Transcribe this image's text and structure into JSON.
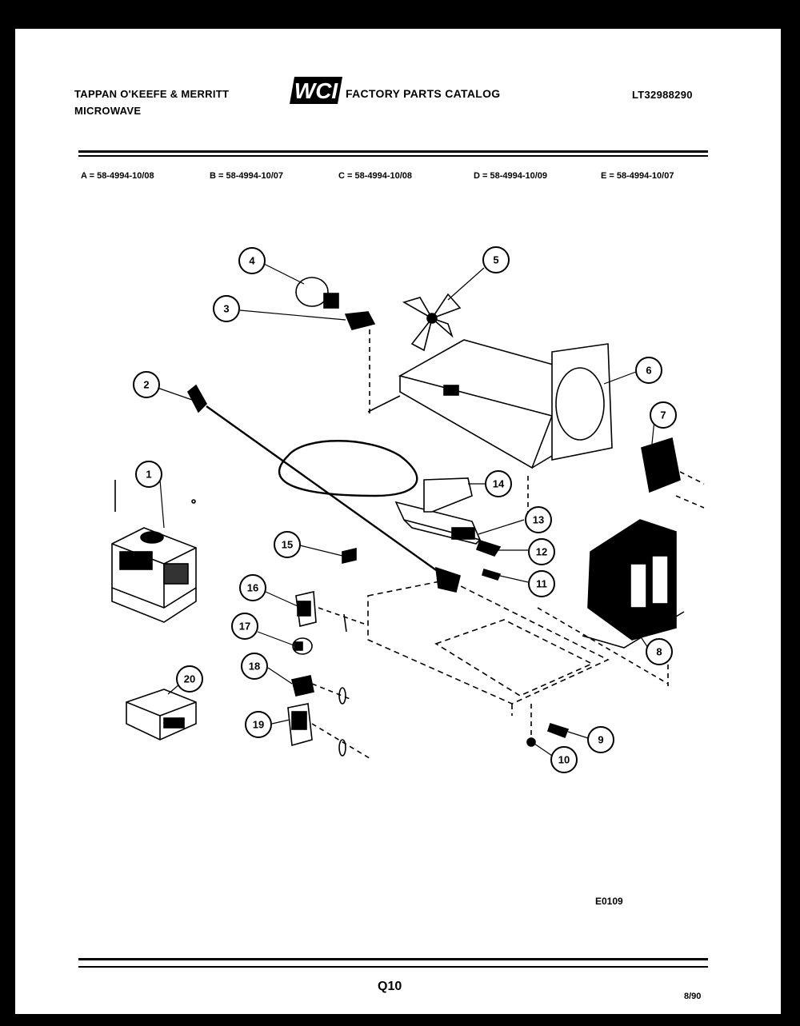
{
  "header": {
    "brand": "TAPPAN O'KEEFE & MERRITT",
    "product": "MICROWAVE",
    "logo_text": "WCI",
    "catalog_title": "FACTORY PARTS CATALOG",
    "model_number": "LT32988290"
  },
  "variants": [
    "A = 58-4994-10/08",
    "B = 58-4994-10/07",
    "C = 58-4994-10/08",
    "D = 58-4994-10/09",
    "E = 58-4994-10/07"
  ],
  "callouts": [
    "1",
    "2",
    "3",
    "4",
    "5",
    "6",
    "7",
    "8",
    "9",
    "10",
    "11",
    "12",
    "13",
    "14",
    "15",
    "16",
    "17",
    "18",
    "19",
    "20"
  ],
  "footer": {
    "diagram_code": "E0109",
    "page_ref": "Q10",
    "date": "8/90"
  },
  "colors": {
    "ink": "#000000",
    "paper": "#ffffff",
    "border": "#000000"
  }
}
